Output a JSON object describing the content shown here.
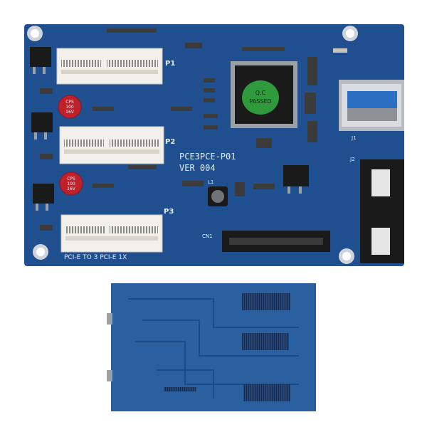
{
  "product": {
    "board_model": "PCE3PCE-P01",
    "board_version": "VER 004",
    "board_caption": "PCI-E TO 3 PCI-E 1X",
    "slot_labels": [
      "P1",
      "P2",
      "P3"
    ],
    "chip_sticker_line1": "Q.C",
    "chip_sticker_line2": "PASSED",
    "capacitor_text": [
      "CPS",
      "100",
      "16V"
    ],
    "connector_labels": {
      "usb": "J1",
      "power": "J2",
      "flat_cable": "CN1",
      "inductor": "L1"
    }
  },
  "colors": {
    "pcb_blue": "#1f4f8f",
    "pcb_dark": "#173e72",
    "slot_white": "#f2f0ea",
    "chip_black": "#1a1a1a",
    "sticker_green": "#2f9a3c",
    "capacitor_red": "#c0202a",
    "back_board": "#2a5fa0"
  }
}
